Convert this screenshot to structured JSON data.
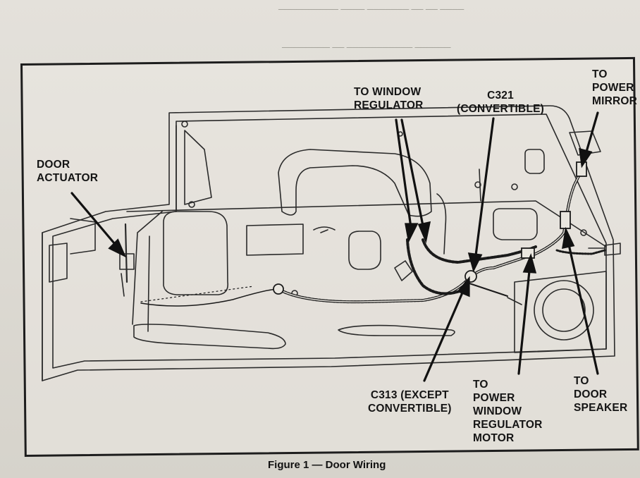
{
  "labels": {
    "to_window_regulator": [
      "TO WINDOW",
      "REGULATOR"
    ],
    "c321": [
      "C321",
      "(CONVERTIBLE)"
    ],
    "to_power_mirror": [
      "TO",
      "POWER",
      "MIRROR"
    ],
    "door_actuator": [
      "DOOR",
      "ACTUATOR"
    ],
    "c313": [
      "C313 (EXCEPT",
      "CONVERTIBLE)"
    ],
    "to_power_window_regulator_motor": [
      "TO",
      "POWER",
      "WINDOW",
      "REGULATOR",
      "MOTOR"
    ],
    "to_door_speaker": [
      "TO",
      "DOOR",
      "SPEAKER"
    ]
  },
  "caption": "Figure 1 — Door Wiring"
}
